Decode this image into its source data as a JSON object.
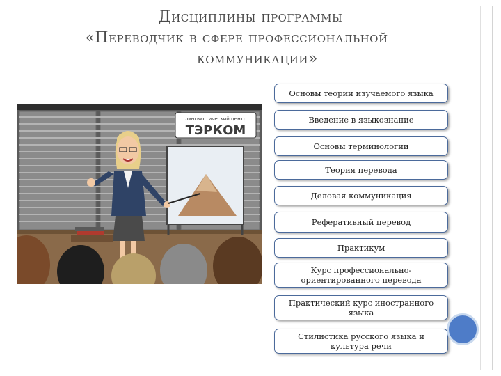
{
  "title": {
    "line1": "Дисциплины программы",
    "line2": "«Переводчик в сфере профессиональной",
    "line3": "коммуникации»"
  },
  "scene": {
    "logo_top": "лингвистический центр",
    "logo_main": "ТЭРКОМ"
  },
  "disciplines": [
    "Основы теории изучаемого языка",
    "Введение в языкознание",
    "Основы терминологии",
    "Теория перевода",
    "Деловая коммуникация",
    "Реферативный перевод",
    "Практикум",
    "Курс профессионально-ориентированного перевода",
    "Практический курс иностранного языка",
    "Стилистика русского языка и культура речи"
  ],
  "colors": {
    "title_text": "#4a4a4a",
    "box_border": "#4b6a9b",
    "accent_circle": "#4e7cc8"
  }
}
